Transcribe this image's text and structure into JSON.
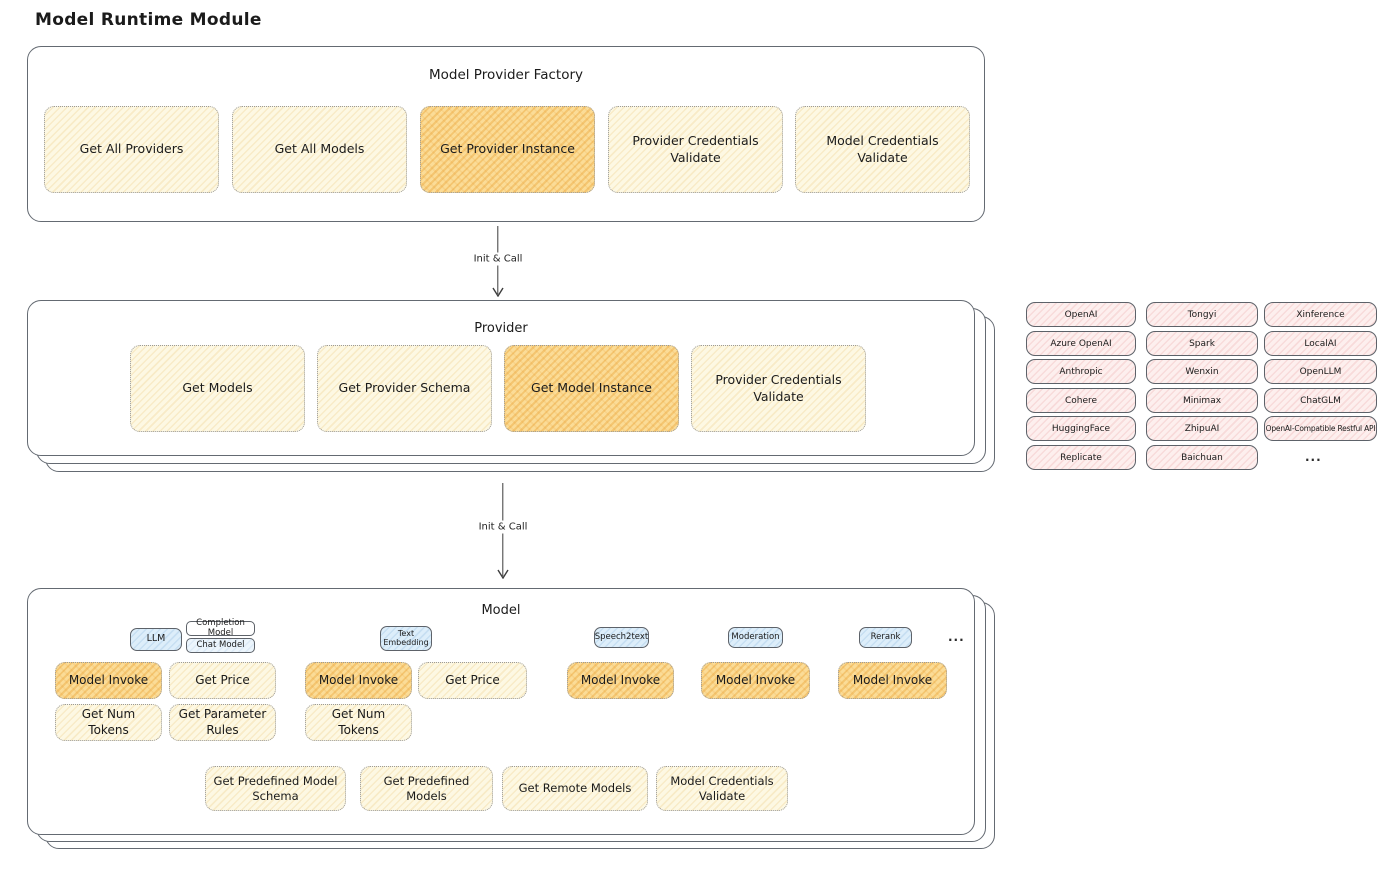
{
  "title": "Model Runtime Module",
  "colors": {
    "cream_fill": "#fdf8e3",
    "orange_highlight_fill": "#fbdc97",
    "pink_fill": "#fdefee",
    "blue_chip_fill": "#ddeefa",
    "stroke": "#5d6269"
  },
  "factory": {
    "title": "Model Provider Factory",
    "boxes": [
      {
        "label": "Get All Providers"
      },
      {
        "label": "Get All Models"
      },
      {
        "label": "Get Provider Instance"
      },
      {
        "label": "Provider Credentials Validate"
      },
      {
        "label": "Model Credentials Validate"
      }
    ]
  },
  "arrows": [
    {
      "label": "Init & Call"
    },
    {
      "label": "Init & Call"
    }
  ],
  "provider": {
    "title": "Provider",
    "boxes": [
      {
        "label": "Get Models"
      },
      {
        "label": "Get Provider Schema"
      },
      {
        "label": "Get Model Instance"
      },
      {
        "label": "Provider Credentials Validate"
      }
    ]
  },
  "provider_list": {
    "col1": [
      "OpenAI",
      "Azure OpenAI",
      "Anthropic",
      "Cohere",
      "HuggingFace",
      "Replicate"
    ],
    "col2": [
      "Tongyi",
      "Spark",
      "Wenxin",
      "Minimax",
      "ZhipuAI",
      "Baichuan"
    ],
    "col3": [
      "Xinference",
      "LocalAI",
      "OpenLLM",
      "ChatGLM",
      "OpenAI-Compatible Restful API"
    ],
    "more": "..."
  },
  "model": {
    "title": "Model",
    "types": {
      "llm": "LLM",
      "completion": "Completion Model",
      "chat": "Chat Model",
      "text_embedding": "Text Embedding",
      "speech2text": "Speech2text",
      "moderation": "Moderation",
      "rerank": "Rerank",
      "more": "..."
    },
    "ops": {
      "model_invoke": "Model Invoke",
      "get_price": "Get Price",
      "get_num_tokens": "Get Num Tokens",
      "get_parameter_rules": "Get Parameter Rules"
    },
    "bottom": [
      {
        "label": "Get Predefined Model Schema"
      },
      {
        "label": "Get Predefined Models"
      },
      {
        "label": "Get Remote Models"
      },
      {
        "label": "Model Credentials Validate"
      }
    ]
  }
}
